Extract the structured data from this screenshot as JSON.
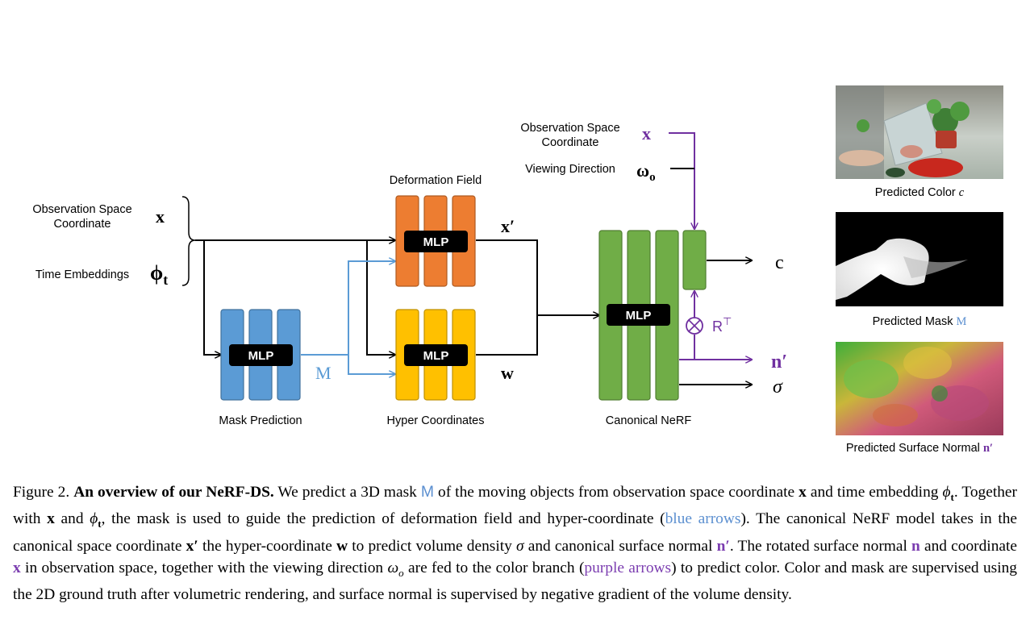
{
  "colors": {
    "blue": "#5b9bd5",
    "orange": "#ed7d31",
    "yellow": "#ffc000",
    "green": "#70ad47",
    "purple": "#7030a0",
    "caption_blue": "#5b8fd0"
  },
  "inputs": {
    "obs_coord_line1": "Observation Space",
    "obs_coord_line2": "Coordinate",
    "x_symbol": "x",
    "time_label": "Time Embeddings",
    "phi_symbol": "ϕ",
    "phi_sub": "t"
  },
  "modules": {
    "mlp_label": "MLP",
    "mask_prediction": "Mask Prediction",
    "deformation_field": "Deformation Field",
    "hyper_coordinates": "Hyper Coordinates",
    "canonical_nerf": "Canonical NeRF",
    "m_symbol": "M",
    "x_prime": "x′",
    "w_symbol": "w"
  },
  "color_branch": {
    "obs_coord_line1": "Observation Space",
    "obs_coord_line2": "Coordinate",
    "x_symbol": "x",
    "viewing_direction": "Viewing Direction",
    "omega_symbol": "ω",
    "omega_sub": "o",
    "rotation": "R",
    "rotation_sup": "⊤"
  },
  "outputs": {
    "c": "c",
    "n_prime": "n′",
    "sigma": "σ"
  },
  "predictions": {
    "color_label": "Predicted Color ",
    "color_symbol": "c",
    "mask_label": "Predicted Mask ",
    "mask_symbol": "M",
    "normal_label": "Predicted Surface Normal ",
    "normal_symbol": "n′"
  },
  "caption": {
    "figure_num": "Figure 2.",
    "title": "An overview of our NeRF-DS.",
    "s1": " We predict a 3D mask ",
    "M": "M",
    "s2": " of the moving objects from observation space coordinate ",
    "x1": "x",
    "s3": " and time embedding ",
    "phi1": "ϕ",
    "t1": "t",
    "s4": ". Together with ",
    "x2": "x",
    "s5": " and ",
    "phi2": "ϕ",
    "t2": "t",
    "s6": ", the mask is used to guide the prediction of deformation field and hyper-coordinate (",
    "blue_arrows": "blue arrows",
    "s7": "). The canonical NeRF model takes in the canonical space coordinate ",
    "xp": "x′",
    "s8": " the hyper-coordinate ",
    "w": "w",
    "s9": " to predict volume density ",
    "sigma": "σ",
    "s10": " and canonical surface normal ",
    "np": "n′",
    "s11": ". The rotated surface normal ",
    "n": "n",
    "s12": " and coordinate ",
    "x3": "x",
    "s13": " in observation space, together with the viewing direction ",
    "omega": "ω",
    "o": "o",
    "s14": " are fed to the color branch (",
    "purple_arrows": "purple arrows",
    "s15": ") to predict color. Color and mask are supervised using the 2D ground truth after volumetric rendering, and surface normal is supervised by negative gradient of the volume density."
  }
}
